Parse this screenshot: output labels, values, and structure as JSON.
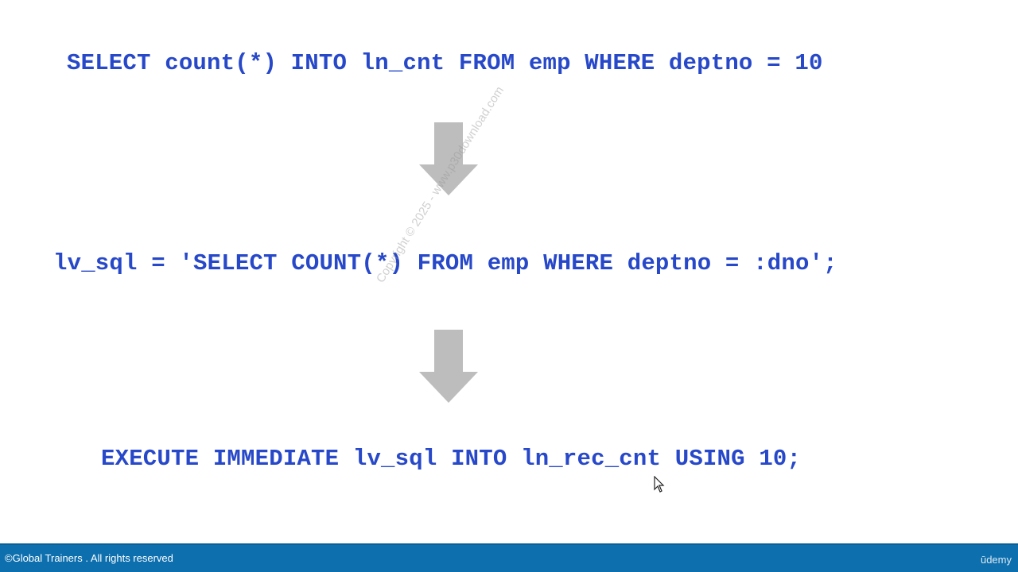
{
  "slide": {
    "code_lines": [
      "SELECT count(*) INTO ln_cnt FROM emp WHERE deptno = 10",
      "lv_sql = 'SELECT COUNT(*) FROM emp WHERE deptno = :dno';",
      "EXECUTE IMMEDIATE lv_sql INTO ln_rec_cnt USING 10;"
    ],
    "arrow_icon": "down-arrow-icon",
    "watermark": "Copyright © 2025 - www.p30download.com"
  },
  "footer": {
    "copyright": "©Global Trainers . All rights reserved",
    "brand": "ūdemy"
  },
  "colors": {
    "code_text": "#2748c9",
    "arrow": "#bdbdbd",
    "footer_bg": "#0d6fae"
  }
}
